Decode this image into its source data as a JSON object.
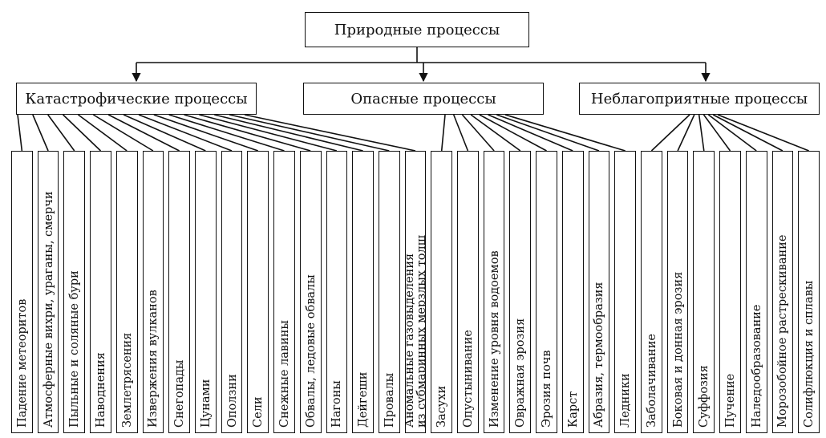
{
  "root": {
    "label": "Природные процессы"
  },
  "categories": [
    {
      "label": "Катастрофические процессы",
      "items": [
        [
          "Падение метеоритов"
        ],
        [
          "Атмосферные вихри, ураганы, смерчи"
        ],
        [
          "Пыльные и соляные бури"
        ],
        [
          "Наводнения"
        ],
        [
          "Землетрясения"
        ],
        [
          "Извержения вулканов"
        ],
        [
          "Снегопады"
        ],
        [
          "Цунами"
        ],
        [
          "Оползни"
        ],
        [
          "Сели"
        ],
        [
          "Снежные лавины"
        ],
        [
          "Обвалы, ледовые обвалы"
        ],
        [
          "Нагоны"
        ],
        [
          "Дейгеши"
        ],
        [
          "Провалы"
        ],
        [
          "Аномальные газовыделения",
          "из субмаринных мерзлых толщ"
        ]
      ]
    },
    {
      "label": "Опасные процессы",
      "items": [
        [
          "Засухи"
        ],
        [
          "Опустынивание"
        ],
        [
          "Изменение уровня водоемов"
        ],
        [
          "Овражная эрозия"
        ],
        [
          "Эрозия почв"
        ],
        [
          "Карст"
        ],
        [
          "Абразия, термообразия"
        ],
        [
          "Ледники"
        ]
      ]
    },
    {
      "label": "Неблагоприятные процессы",
      "items": [
        [
          "Заболачивание"
        ],
        [
          "Боковая и донная эрозия"
        ],
        [
          "Суффозия"
        ],
        [
          "Пучение"
        ],
        [
          "Наледообразование"
        ],
        [
          "Морозобойное растрескивание"
        ],
        [
          "Солифлюкция и сплавы"
        ]
      ]
    }
  ]
}
